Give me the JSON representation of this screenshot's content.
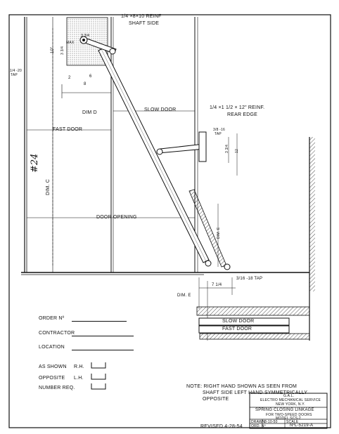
{
  "drawing": {
    "reinf_shaft_top": "1/4 ×8×10 REINF",
    "reinf_shaft_bottom": "SHAFT SIDE",
    "dim_tap_top": "1/4 -20",
    "dim_tap_bottom": "TAP",
    "dim_10": "10\"",
    "dim_3_34_a": "3 3/4",
    "dim_max": "MAX",
    "dim_3_34_b": "3 3/4",
    "dim_2": "2",
    "dim_6": "6",
    "dim_8": "8",
    "dim_d": "DIM D",
    "slow_door": "SLOW DOOR",
    "fast_door": "FAST DOOR",
    "dim_c": "DIM. C",
    "handwritten": "#24",
    "door_opening": "DOOR OPENING",
    "reinf_rear_top": "1/4 ×1 1/2 × 12\" REINF.",
    "reinf_rear_bottom": "REAR EDGE",
    "tap_38_top": "3/8 -16",
    "tap_38_bottom": "TAP",
    "dim_3_34_c": "3 3/4",
    "dim_12": "12",
    "dim_e_vert": "DIM. E",
    "dim_7_14": "7 1/4",
    "tap_316": "3/16 -18 TAP",
    "dim_e": "DIM. E",
    "track_slow": "SLOW DOOR",
    "track_fast": "FAST DOOR"
  },
  "form": {
    "order": "ORDER Nº",
    "contractor": "CONTRACTOR",
    "location": "LOCATION",
    "as_shown": "AS SHOWN",
    "rh": "R.H.",
    "opposite": "OPPOSITE",
    "lh": "L.H.",
    "number_req": "NUMBER REQ."
  },
  "note": {
    "line1": "NOTE:  RIGHT HAND SHOWN AS SEEN FROM",
    "line2": "SHAFT SIDE  LEFT HAND SYMMETRICALLY",
    "line3": "OPPOSITE"
  },
  "revised": "REVISED  4-28-54",
  "title_block": {
    "company1": "G.A.L.",
    "company2": "ELECTRO MECHANICAL SERVICE",
    "company3": "NEW YORK, N.Y.",
    "title1": "SPRING CLOSING LINKAGE",
    "title2": "FOR TWO-SPEED DOORS",
    "title3": "MODEL SCS-2",
    "drawn_label": "DRAWN",
    "drawn_date": "8-10-50",
    "scale_label": "SCALE",
    "ord_label": "ORD. Nº",
    "number": "NºL-5219-A"
  }
}
